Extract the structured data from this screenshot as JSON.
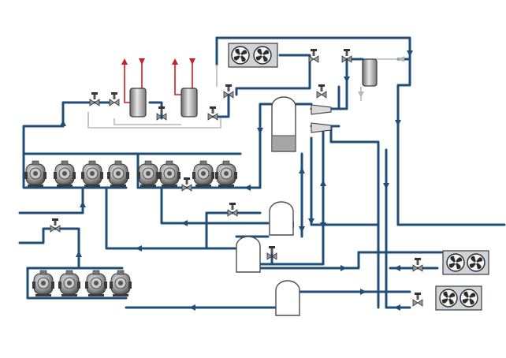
{
  "diagram": {
    "description_labels": [],
    "colors": {
      "refrigerant_line": "#1f4e79",
      "secondary_line": "#b8b8b8",
      "heat_source_line": "#cc1f1f",
      "vessel_fill": "#ffffff",
      "liquid_fill": "#a6a6a6",
      "condenser_fill": "#cfd4d9"
    },
    "components": {
      "compressor_racks": 3,
      "compressors_per_rack": [
        4,
        4,
        4
      ],
      "fan_condensers": 3,
      "plate_heat_exchangers": 3,
      "vessels": 4,
      "separator_tank": 1,
      "ejectors": 2,
      "expansion_valves": 6
    },
    "icons": [
      "fan-condenser-icon",
      "compressor-icon",
      "heat-exchanger-icon",
      "receiver-tank-icon",
      "expansion-valve-icon",
      "ejector-icon"
    ]
  }
}
